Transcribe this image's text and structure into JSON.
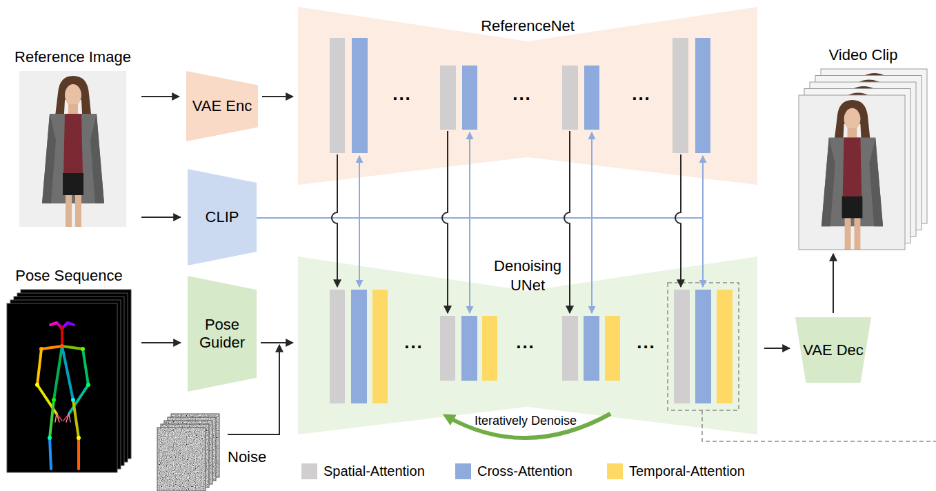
{
  "diagram": {
    "nodes": [
      {
        "text": [
          "Reference Image"
        ]
      },
      {
        "text": [
          "VAE Enc"
        ]
      },
      {
        "text": [
          "ReferenceNet"
        ]
      },
      {
        "text": [
          "Video Clip"
        ]
      },
      {
        "text": [
          "CLIP"
        ]
      },
      {
        "text": [
          "Pose Sequence"
        ]
      },
      {
        "text": [
          "Pose Guider"
        ]
      },
      {
        "text": [
          "Denoising UNet"
        ]
      },
      {
        "text": [
          "Noise"
        ]
      },
      {
        "text": [
          "VAE Dec"
        ]
      }
    ],
    "edges": [
      {
        "from": 0,
        "to": 1,
        "arrow": "to"
      },
      {
        "from": 1,
        "to": 2,
        "arrow": "to"
      },
      {
        "from": 0,
        "to": 4,
        "arrow": "to"
      },
      {
        "from": 4,
        "to": 2,
        "arrow": "to"
      },
      {
        "from": 4,
        "to": 2,
        "arrow": "to"
      },
      {
        "from": 4,
        "to": 2,
        "arrow": "to"
      },
      {
        "from": 4,
        "to": 2,
        "arrow": "to"
      },
      {
        "from": 4,
        "to": 7,
        "arrow": "to"
      },
      {
        "from": 4,
        "to": 7,
        "arrow": "to"
      },
      {
        "from": 4,
        "to": 7,
        "arrow": "to"
      },
      {
        "from": 4,
        "to": 7,
        "arrow": "to"
      },
      {
        "from": 2,
        "to": 7,
        "arrow": "to"
      },
      {
        "from": 2,
        "to": 7,
        "arrow": "to"
      },
      {
        "from": 2,
        "to": 7,
        "arrow": "to"
      },
      {
        "from": 2,
        "to": 7,
        "arrow": "to"
      },
      {
        "from": 5,
        "to": 6,
        "arrow": "to"
      },
      {
        "from": 6,
        "to": 7,
        "arrow": "to"
      },
      {
        "from": 8,
        "to": 7,
        "arrow": "to"
      },
      {
        "from": 7,
        "to": 9,
        "arrow": "to"
      },
      {
        "from": 9,
        "to": 3,
        "arrow": "to"
      }
    ],
    "labels": [
      "...",
      "...",
      "...",
      "...",
      "...",
      "...",
      "Iteratively Denoise"
    ],
    "legend": [
      {
        "text": "Spatial-Attention",
        "color": "#d0cece"
      },
      {
        "text": "Cross-Attention",
        "color": "#8faadc"
      },
      {
        "text": "Temporal-Attention",
        "color": "#ffd966"
      }
    ]
  }
}
